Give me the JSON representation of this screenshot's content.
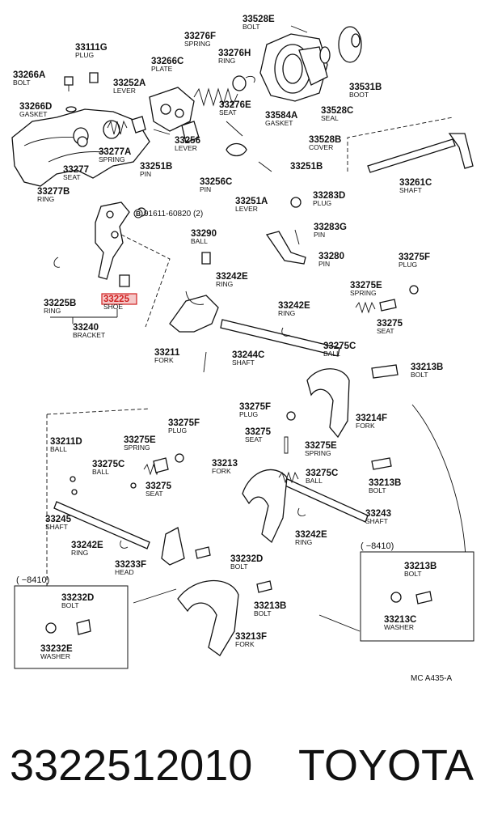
{
  "parts": [
    {
      "id": "p33528E",
      "number": "33528E",
      "desc": "BOLT"
    },
    {
      "id": "p33276F",
      "number": "33276F",
      "desc": "SPRING"
    },
    {
      "id": "p33111G",
      "number": "33111G",
      "desc": "PLUG"
    },
    {
      "id": "p33266C",
      "number": "33266C",
      "desc": "PLATE"
    },
    {
      "id": "p33276H",
      "number": "33276H",
      "desc": "RING"
    },
    {
      "id": "p33266A",
      "number": "33266A",
      "desc": "BOLT"
    },
    {
      "id": "p33252A",
      "number": "33252A",
      "desc": "LEVER"
    },
    {
      "id": "p33531B",
      "number": "33531B",
      "desc": "BOOT"
    },
    {
      "id": "p33266D",
      "number": "33266D",
      "desc": "GASKET"
    },
    {
      "id": "p33276E",
      "number": "33276E",
      "desc": "SEAT"
    },
    {
      "id": "p33584A",
      "number": "33584A",
      "desc": "GASKET"
    },
    {
      "id": "p33528C",
      "number": "33528C",
      "desc": "SEAL"
    },
    {
      "id": "p33256",
      "number": "33256",
      "desc": "LEVER"
    },
    {
      "id": "p33528B",
      "number": "33528B",
      "desc": "COVER"
    },
    {
      "id": "p33277A",
      "number": "33277A",
      "desc": "SPRING"
    },
    {
      "id": "p33277",
      "number": "33277",
      "desc": "SEAT"
    },
    {
      "id": "p33251B_a",
      "number": "33251B",
      "desc": "PIN"
    },
    {
      "id": "p33251B_b",
      "number": "33251B",
      "desc": ""
    },
    {
      "id": "p33261C",
      "number": "33261C",
      "desc": "SHAFT"
    },
    {
      "id": "p33256C",
      "number": "33256C",
      "desc": "PIN"
    },
    {
      "id": "p33277B",
      "number": "33277B",
      "desc": "RING"
    },
    {
      "id": "p33251A",
      "number": "33251A",
      "desc": "LEVER"
    },
    {
      "id": "p33283D",
      "number": "33283D",
      "desc": "PLUG"
    },
    {
      "id": "p91611",
      "number": "91611-60820 (2)",
      "desc": ""
    },
    {
      "id": "p33283G",
      "number": "33283G",
      "desc": "PIN"
    },
    {
      "id": "p33290",
      "number": "33290",
      "desc": "BALL"
    },
    {
      "id": "p33280",
      "number": "33280",
      "desc": "PIN"
    },
    {
      "id": "p33275F_a",
      "number": "33275F",
      "desc": "PLUG"
    },
    {
      "id": "p33242E_a",
      "number": "33242E",
      "desc": "RING"
    },
    {
      "id": "p33225",
      "number": "33225",
      "desc": "SHOE"
    },
    {
      "id": "p33225B",
      "number": "33225B",
      "desc": "RING"
    },
    {
      "id": "p33275E_a",
      "number": "33275E",
      "desc": "SPRING"
    },
    {
      "id": "p33242E_b",
      "number": "33242E",
      "desc": "RING"
    },
    {
      "id": "p33240",
      "number": "33240",
      "desc": "BRACKET"
    },
    {
      "id": "p33275_a",
      "number": "33275",
      "desc": "SEAT"
    },
    {
      "id": "p33211",
      "number": "33211",
      "desc": "FORK"
    },
    {
      "id": "p33244C",
      "number": "33244C",
      "desc": "SHAFT"
    },
    {
      "id": "p33275C_a",
      "number": "33275C",
      "desc": "BALL"
    },
    {
      "id": "p33213B_a",
      "number": "33213B",
      "desc": "BOLT"
    },
    {
      "id": "p33275F_b",
      "number": "33275F",
      "desc": "PLUG"
    },
    {
      "id": "p33214F",
      "number": "33214F",
      "desc": "FORK"
    },
    {
      "id": "p33275F_c",
      "number": "33275F",
      "desc": "PLUG"
    },
    {
      "id": "p33275_b",
      "number": "33275",
      "desc": "SEAT"
    },
    {
      "id": "p33211D",
      "number": "33211D",
      "desc": "BALL"
    },
    {
      "id": "p33275E_b",
      "number": "33275E",
      "desc": "SPRING"
    },
    {
      "id": "p33275E_c",
      "number": "33275E",
      "desc": "SPRING"
    },
    {
      "id": "p33213",
      "number": "33213",
      "desc": "FORK"
    },
    {
      "id": "p33275C_b",
      "number": "33275C",
      "desc": "BALL"
    },
    {
      "id": "p33275C_c",
      "number": "33275C",
      "desc": "BALL"
    },
    {
      "id": "p33213B_b",
      "number": "33213B",
      "desc": "BOLT"
    },
    {
      "id": "p33275_c",
      "number": "33275",
      "desc": "SEAT"
    },
    {
      "id": "p33245",
      "number": "33245",
      "desc": "SHAFT"
    },
    {
      "id": "p33243",
      "number": "33243",
      "desc": "SHAFT"
    },
    {
      "id": "p33242E_c",
      "number": "33242E",
      "desc": "RING"
    },
    {
      "id": "p33242E_d",
      "number": "33242E",
      "desc": "RING"
    },
    {
      "id": "p33233F",
      "number": "33233F",
      "desc": "HEAD"
    },
    {
      "id": "p33232D_a",
      "number": "33232D",
      "desc": "BOLT"
    },
    {
      "id": "p33213B_c",
      "number": "33213B",
      "desc": "BOLT"
    },
    {
      "id": "p33213B_d",
      "number": "33213B",
      "desc": "BOLT"
    },
    {
      "id": "p33213C",
      "number": "33213C",
      "desc": "WASHER"
    },
    {
      "id": "p33232D_b",
      "number": "33232D",
      "desc": "BOLT"
    },
    {
      "id": "p33232E",
      "number": "33232E",
      "desc": "WASHER"
    },
    {
      "id": "p33213F",
      "number": "33213F",
      "desc": "FORK"
    }
  ],
  "insets": {
    "left_label": "(     −8410)",
    "right_label": "(     −8410)"
  },
  "diagram_code": "MC A435-A",
  "footer": {
    "part_number": "3322512010",
    "brand": "TOYOTA"
  },
  "highlight_color": "#d02020"
}
